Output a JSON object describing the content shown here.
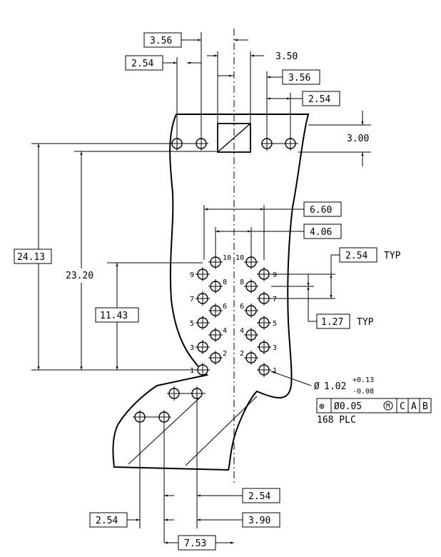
{
  "dimensions": {
    "top_356_a": "3.56",
    "top_254_a": "2.54",
    "top_350": "3.50",
    "top_356_b": "3.56",
    "top_254_b": "2.54",
    "right_300": "3.00",
    "mid_660": "6.60",
    "mid_406": "4.06",
    "typ_254": "2.54",
    "typ_127": "1.27",
    "typ_label": "TYP",
    "left_2413": "24.13",
    "left_2320": "23.20",
    "left_1143": "11.43",
    "bot_254_right": "2.54",
    "bot_254_left": "2.54",
    "bot_390": "3.90",
    "bot_753": "7.53"
  },
  "callout": {
    "diameter_symbol": "Ø",
    "hole_dia": "1.02",
    "tol_plus": "+0.13",
    "tol_minus": "-0.08",
    "fcf_position_symbol": "⊕",
    "fcf_value": "Ø0.05",
    "fcf_modifier": "M",
    "datum_c": "C",
    "datum_a": "A",
    "datum_b": "B",
    "count": "168 PLC"
  },
  "pin_numbers_left_outer": [
    "9",
    "7",
    "5",
    "3",
    "1"
  ],
  "pin_numbers_left_inner": [
    "10",
    "8",
    "6",
    "4",
    "2"
  ],
  "pin_numbers_right_inner": [
    "10",
    "8",
    "6",
    "4",
    "2"
  ],
  "pin_numbers_right_outer": [
    "9",
    "7",
    "5",
    "3",
    "1"
  ]
}
